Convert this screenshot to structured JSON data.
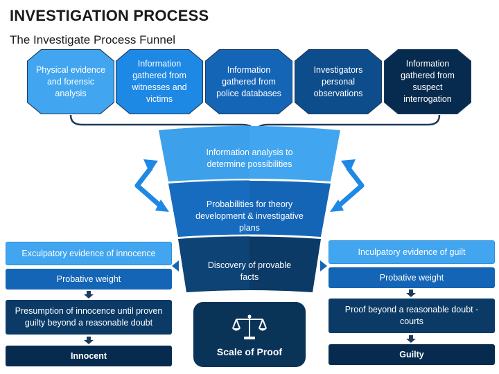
{
  "header": {
    "title": "INVESTIGATION PROCESS",
    "subtitle": "The Investigate Process Funnel"
  },
  "sources": [
    {
      "label": "Physical evidence and forensic analysis",
      "color": "#42a5ef"
    },
    {
      "label": "Information gathered from witnesses and victims",
      "color": "#1e88e5"
    },
    {
      "label": "Information gathered from police databases",
      "color": "#1565b7"
    },
    {
      "label": "Investigators personal observations",
      "color": "#0d4d8c"
    },
    {
      "label": "Information gathered from suspect interrogation",
      "color": "#062b4f"
    }
  ],
  "funnel": {
    "stage1": "Information analysis to determine possibilities",
    "stage2": "Probabilities for theory development & investigative plans",
    "stage3": "Discovery of provable facts"
  },
  "left": {
    "evidence": "Exculpatory evidence of innocence",
    "weight": "Probative weight",
    "presumption": "Presumption of innocence until proven guilty beyond a reasonable doubt",
    "result": "Innocent"
  },
  "right": {
    "evidence": "Inculpatory evidence of guilt",
    "weight": "Probative weight",
    "proof": "Proof beyond a reasonable doubt - courts",
    "result": "Guilty"
  },
  "center": {
    "scale_label": "Scale of Proof",
    "icon": "balance-scale-icon"
  },
  "colors": {
    "light_blue": "#42a5ef",
    "mid_blue": "#1565b7",
    "navy": "#0b3a66",
    "deep_navy": "#062b4f"
  }
}
